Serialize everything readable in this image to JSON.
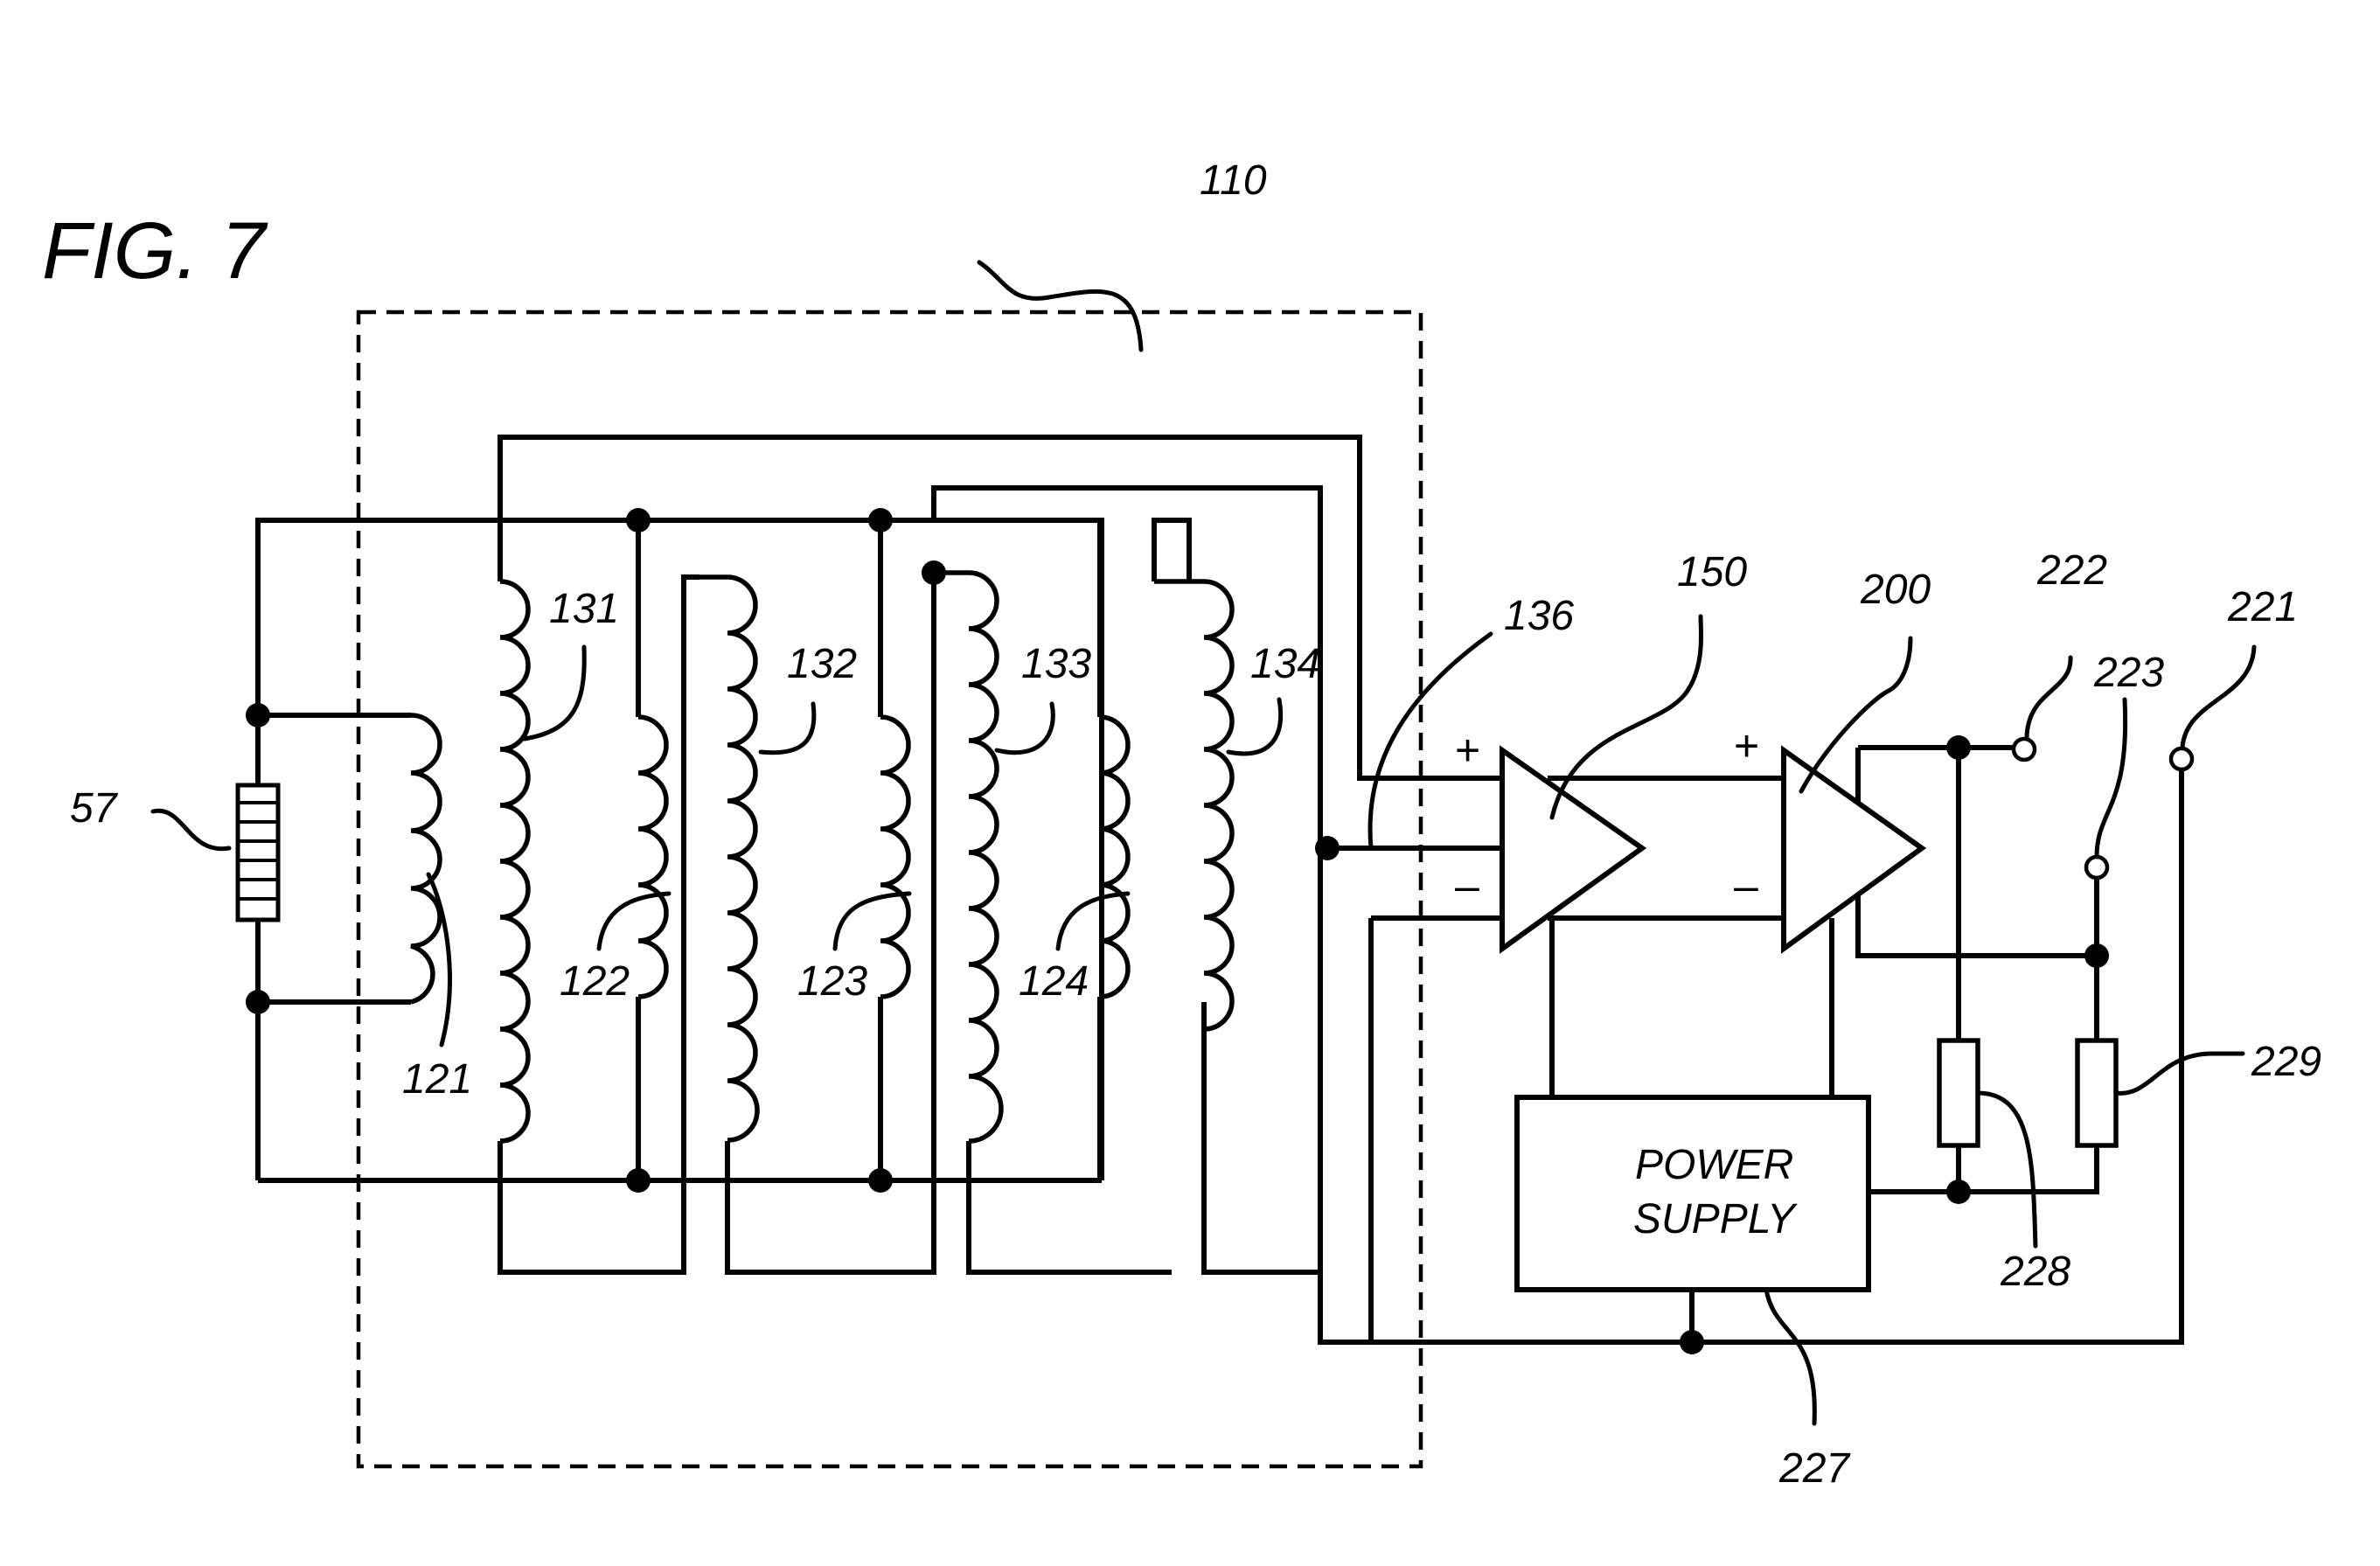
{
  "figure": {
    "title": "FIG. 7"
  },
  "labels": {
    "dashed_box": "110",
    "sensor": "57",
    "coil_121": "121",
    "coil_122": "122",
    "coil_123": "123",
    "coil_124": "124",
    "coil_131": "131",
    "coil_132": "132",
    "coil_133": "133",
    "coil_134": "134",
    "junction": "136",
    "amp_1": "150",
    "amp_2": "200",
    "terminal_221": "221",
    "terminal_222": "222",
    "terminal_223": "223",
    "ground_227": "227",
    "resistor_228": "228",
    "resistor_229": "229"
  },
  "amplifier_signs": {
    "plus": "+",
    "minus": "–"
  },
  "power_supply": {
    "line1": "POWER",
    "line2": "SUPPLY"
  }
}
